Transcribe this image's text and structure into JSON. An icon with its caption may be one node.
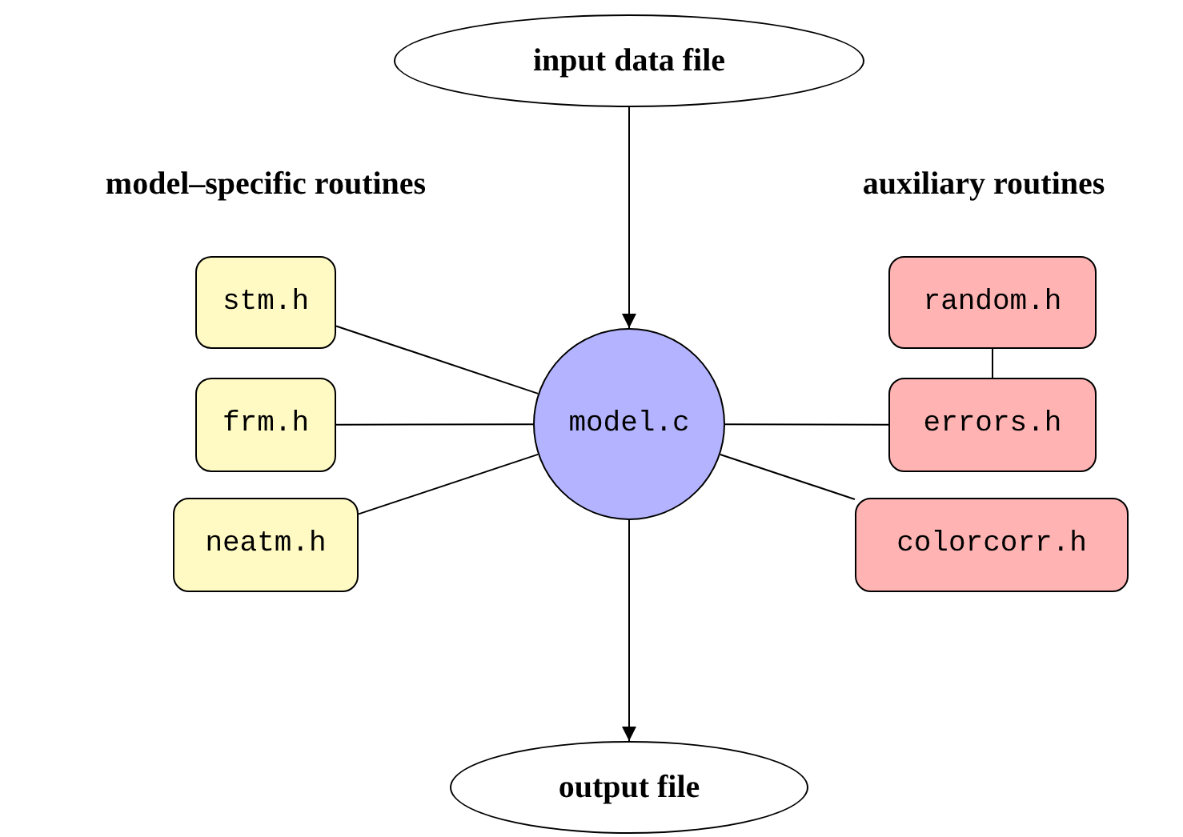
{
  "diagram": {
    "nodes": [
      {
        "text": [
          "input data file"
        ]
      },
      {
        "text": [
          "stm.h"
        ]
      },
      {
        "text": [
          "frm.h"
        ]
      },
      {
        "text": [
          "neatm.h"
        ]
      },
      {
        "text": [
          "model.c"
        ]
      },
      {
        "text": [
          "random.h"
        ]
      },
      {
        "text": [
          "errors.h"
        ]
      },
      {
        "text": [
          "colorcorr.h"
        ]
      },
      {
        "text": [
          "output file"
        ]
      }
    ],
    "edges": [
      {
        "from": 0,
        "to": 4,
        "arrow": "to"
      },
      {
        "from": 1,
        "to": 4,
        "arrow": "none"
      },
      {
        "from": 2,
        "to": 4,
        "arrow": "none"
      },
      {
        "from": 3,
        "to": 4,
        "arrow": "none"
      },
      {
        "from": 4,
        "to": 6,
        "arrow": "none"
      },
      {
        "from": 4,
        "to": 7,
        "arrow": "none"
      },
      {
        "from": 5,
        "to": 6,
        "arrow": "none"
      },
      {
        "from": 4,
        "to": 8,
        "arrow": "to"
      }
    ],
    "labels": [
      "model–specific routines",
      "auxiliary routines"
    ]
  }
}
